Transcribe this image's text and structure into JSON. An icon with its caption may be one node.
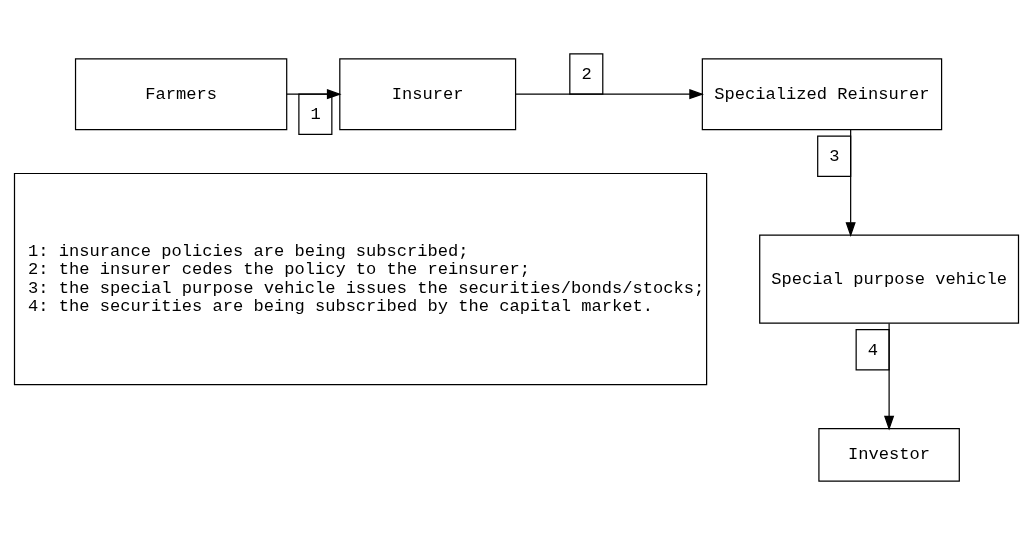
{
  "diagram": {
    "nodes": [
      {
        "text": [
          "Farmers"
        ]
      },
      {
        "text": [
          "Insurer"
        ]
      },
      {
        "text": [
          "Specialized Reinsurer"
        ]
      },
      {
        "text": [
          "Special purpose vehicle"
        ]
      },
      {
        "text": [
          "Investor"
        ]
      },
      {
        "text": [
          "1: insurance policies are being subscribed;",
          "2: the insurer cedes the policy to the reinsurer;",
          "3: the special purpose vehicle issues the securities/bonds/stocks;",
          "4: the securities are being subscribed by the capital market."
        ]
      }
    ],
    "edges": [
      {
        "from": 0,
        "to": 1,
        "arrow": "to",
        "label": "1"
      },
      {
        "from": 1,
        "to": 2,
        "arrow": "to",
        "label": "2"
      },
      {
        "from": 2,
        "to": 3,
        "arrow": "to",
        "label": "3"
      },
      {
        "from": 3,
        "to": 4,
        "arrow": "to",
        "label": "4"
      }
    ]
  }
}
